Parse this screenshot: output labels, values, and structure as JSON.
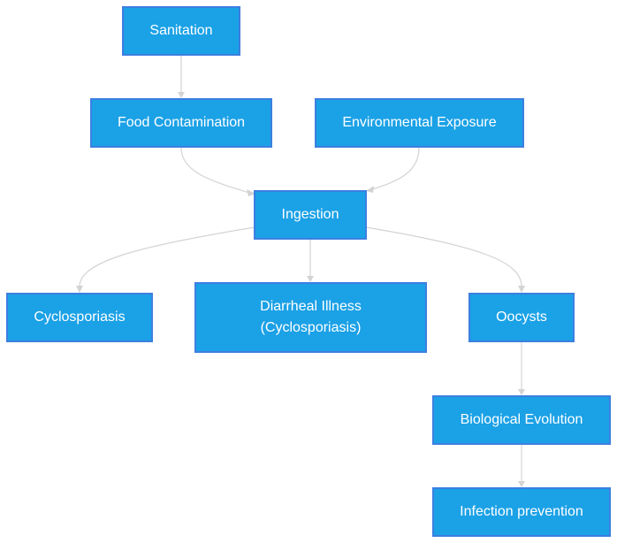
{
  "diagram": {
    "nodes": {
      "sanitation": "Sanitation",
      "food_contamination": "Food Contamination",
      "environmental_exposure": "Environmental Exposure",
      "ingestion": "Ingestion",
      "cyclosporiasis": "Cyclosporiasis",
      "diarrheal_illness": "Diarrheal Illness\n(Cyclosporiasis)",
      "oocysts": "Oocysts",
      "biological_evolution": "Biological Evolution",
      "infection_prevention": "Infection prevention"
    },
    "edges": [
      {
        "from": "Sanitation",
        "to": "Food Contamination"
      },
      {
        "from": "Food Contamination",
        "to": "Ingestion"
      },
      {
        "from": "Environmental Exposure",
        "to": "Ingestion"
      },
      {
        "from": "Ingestion",
        "to": "Cyclosporiasis"
      },
      {
        "from": "Ingestion",
        "to": "Diarrheal Illness\n(Cyclosporiasis)"
      },
      {
        "from": "Ingestion",
        "to": "Oocysts"
      },
      {
        "from": "Oocysts",
        "to": "Biological Evolution"
      },
      {
        "from": "Biological Evolution",
        "to": "Infection prevention"
      }
    ],
    "colors": {
      "node_fill": "#1ba1e6",
      "node_border": "#3d7fe0",
      "node_text": "#ffffff",
      "edge": "#d3d3d3"
    }
  }
}
